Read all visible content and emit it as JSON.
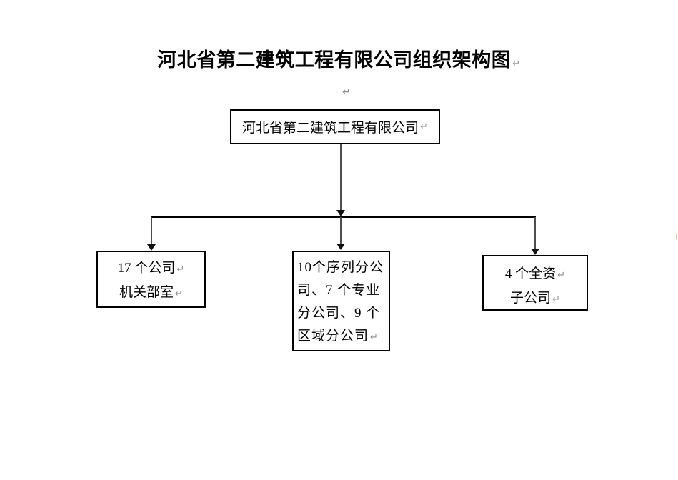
{
  "document": {
    "title": "河北省第二建筑工程有限公司组织架构图",
    "paragraph_mark": "↵"
  },
  "org_chart": {
    "root": {
      "label": "河北省第二建筑工程有限公司"
    },
    "children": [
      {
        "id": "company-offices",
        "lines": [
          "17 个公司",
          "机关部室"
        ],
        "text": "17 个公司机关部室"
      },
      {
        "id": "branch-companies",
        "lines": [
          "10个序列分公",
          "司、7 个专业",
          "分公司、9 个",
          "区域分公司"
        ],
        "text": "10个序列分公司、7 个专业分公司、9 个区域分公司"
      },
      {
        "id": "subsidiaries",
        "lines": [
          "4 个全资",
          "子公司"
        ],
        "text": "4 个全资子公司"
      }
    ]
  },
  "colors": {
    "background": "#ffffff",
    "box_border": "#000000",
    "horizontal_line": "#000000",
    "vertical_line": "#4d4d4d",
    "arrowhead": "#111111",
    "paragraph_mark": "#8a8a8a",
    "edge_tick": "#f2c4b4",
    "title_text": "#000000"
  }
}
